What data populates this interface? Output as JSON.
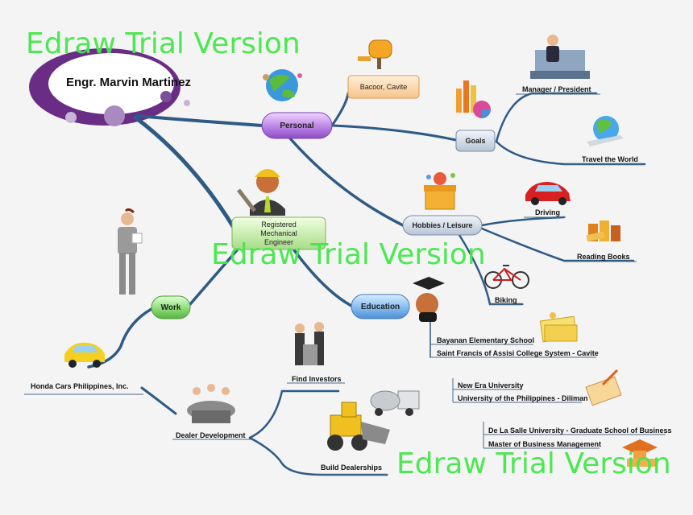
{
  "watermarks": [
    "Edraw Trial Version",
    "Edraw Trial Version",
    "Edraw Trial Version"
  ],
  "central": {
    "title": "Engr. Marvin Martinez"
  },
  "main_topic": {
    "label": "Registered\nMechanical\nEngineer"
  },
  "branches": {
    "personal": "Personal",
    "goals": "Goals",
    "hobbies": "Hobbies / Leisure",
    "education": "Education",
    "work": "Work"
  },
  "location": "Bacoor, Cavite",
  "goals": [
    "Manager / President",
    "Travel the World"
  ],
  "hobbies": [
    "Driving",
    "Reading Books",
    "Biking"
  ],
  "education": {
    "elementary": [
      "Bayanan Elementary School",
      "Saint Francis of Assisi College System - Cavite"
    ],
    "college": [
      "New Era University",
      "University of the Philippines - Diliman"
    ],
    "graduate": [
      "De La Salle University - Graduate School of Business",
      "Master of Business Management"
    ]
  },
  "work": {
    "company": "Honda Cars Philippines, Inc.",
    "role": "Dealer Development",
    "tasks": [
      "Find Investors",
      "Build Dealerships"
    ]
  },
  "icons": [
    "mailbox-icon",
    "globe-icon",
    "bar-chart-icon",
    "manager-desk-icon",
    "travel-globe-icon",
    "gift-box-icon",
    "red-car-icon",
    "books-icon",
    "bicycle-icon",
    "graduate-icon",
    "notebook-pencil-icon",
    "notepad-icon",
    "graduation-cap-icon",
    "engineer-icon",
    "businessman-icon",
    "yellow-car-icon",
    "meeting-icon",
    "handshake-icon",
    "loader-icon",
    "mixer-truck-icon"
  ]
}
